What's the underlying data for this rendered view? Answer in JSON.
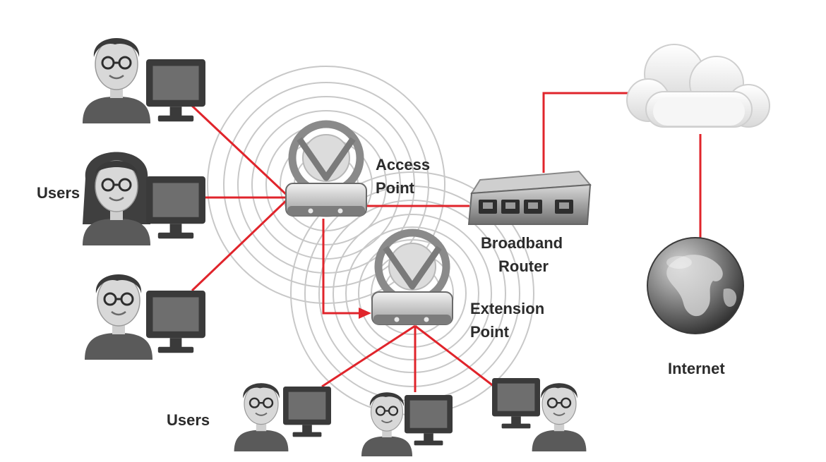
{
  "labels": {
    "users_left": "Users",
    "users_bottom": "Users",
    "access_point": [
      "Access",
      "Point"
    ],
    "extension_point": [
      "Extension",
      "Point"
    ],
    "router": [
      "Broadband",
      "Router"
    ],
    "internet": "Internet"
  },
  "colors": {
    "link": "#e0242b",
    "rings": "#c8c8c8",
    "device_gray": "#8a8a8a",
    "monitor_frame": "#3a3a3a",
    "monitor_screen": "#6e6e6e",
    "text": "#2b2b2b"
  },
  "icons": [
    "user-avatar-icon",
    "desktop-monitor-icon",
    "wireless-access-point-icon",
    "router-icon",
    "cloud-icon",
    "globe-icon"
  ]
}
